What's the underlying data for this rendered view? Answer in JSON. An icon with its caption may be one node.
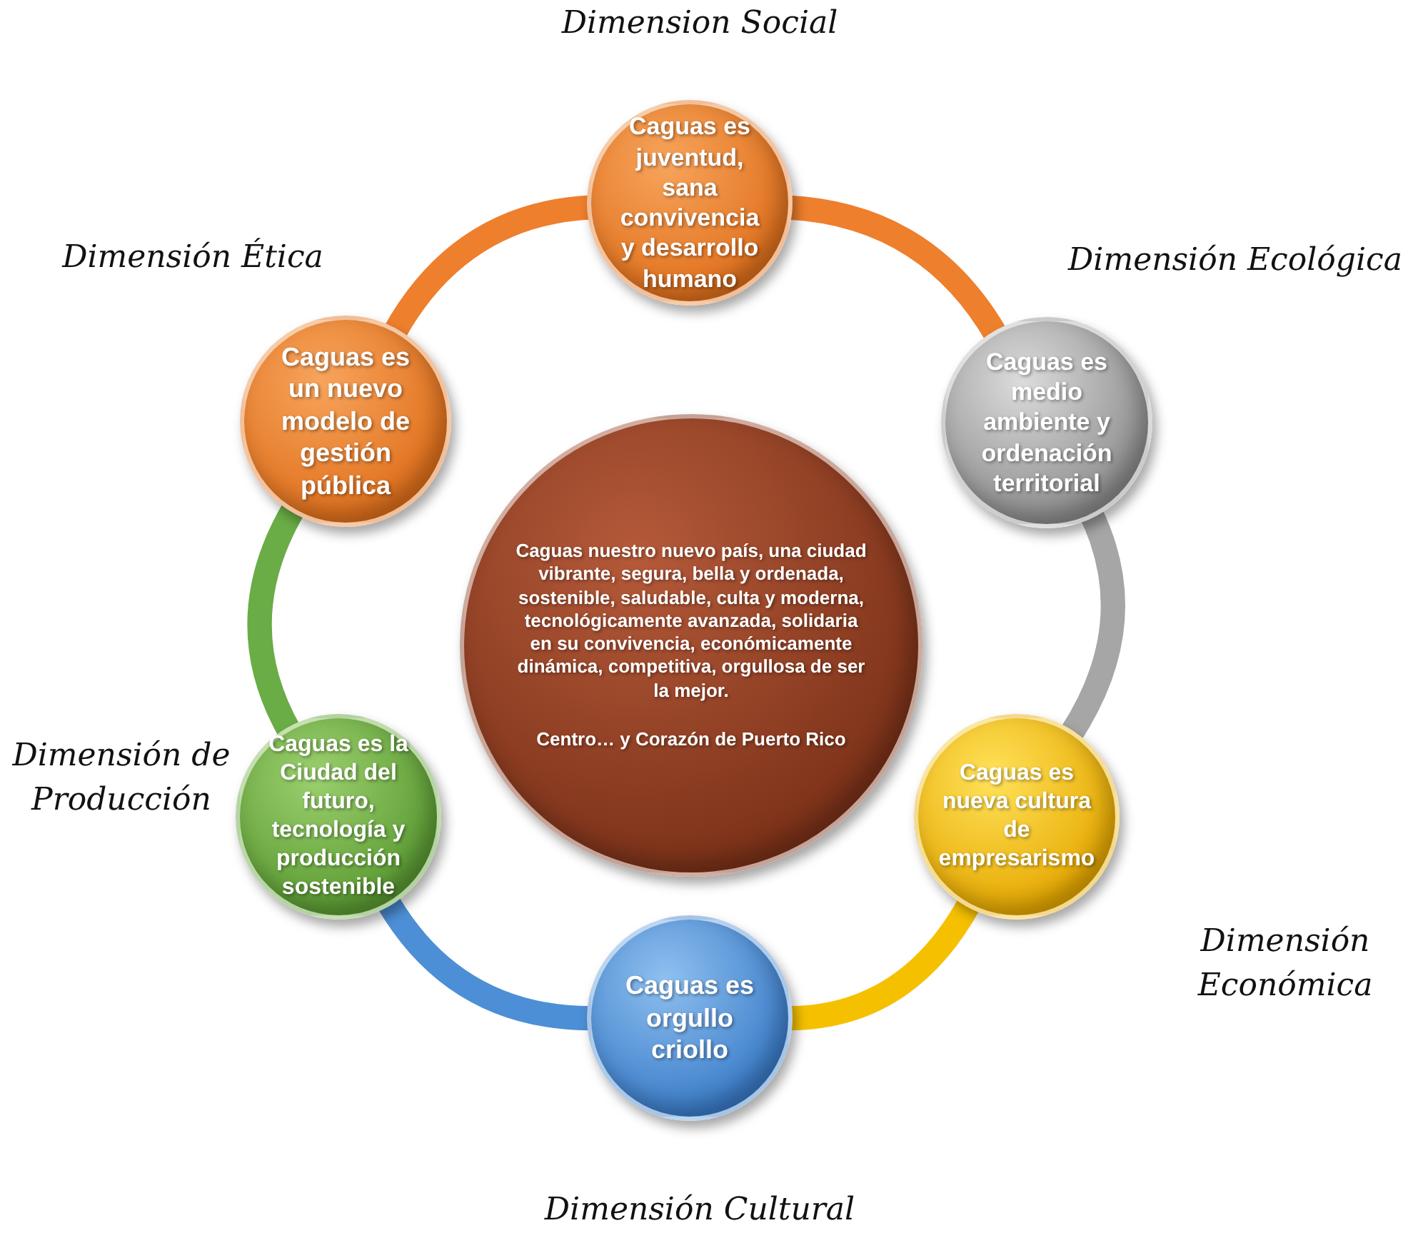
{
  "diagram": {
    "nodes": [
      {
        "text": [
          "Caguas es juventud, sana convivencia y desarrollo humano"
        ],
        "beside": [
          "Dimension Social"
        ]
      },
      {
        "text": [
          "Caguas es medio ambiente y ordenación territorial"
        ],
        "beside": [
          "Dimensión Ecológica"
        ]
      },
      {
        "text": [
          "Caguas es nueva cultura de empresarismo"
        ],
        "beside": [
          "Dimensión Económica"
        ]
      },
      {
        "text": [
          "Caguas es orgullo criollo"
        ],
        "beside": [
          "Dimensión Cultural"
        ]
      },
      {
        "text": [
          "Caguas es la Ciudad del futuro, tecnología y producción sostenible"
        ],
        "beside": [
          "Dimensión de Producción"
        ]
      },
      {
        "text": [
          "Caguas es un nuevo modelo de gestión pública"
        ],
        "beside": [
          "Dimensión Ética"
        ]
      },
      {
        "text": [
          "Caguas nuestro nuevo país, una ciudad vibrante, segura, bella y ordenada, sostenible, saludable, culta y moderna, tecnológicamente avanzada, solidaria en su convivencia, económicamente dinámica, competitiva, orgullosa de ser la mejor.",
          "Centro… y Corazón de Puerto Rico"
        ]
      }
    ],
    "edges": [
      {
        "from": 0,
        "to": 1,
        "arrow": "none",
        "color": "#ee7f2d"
      },
      {
        "from": 1,
        "to": 2,
        "arrow": "none",
        "color": "#a6a6a6"
      },
      {
        "from": 2,
        "to": 3,
        "arrow": "none",
        "color": "#f5c000"
      },
      {
        "from": 3,
        "to": 4,
        "arrow": "none",
        "color": "#4d8fd6"
      },
      {
        "from": 4,
        "to": 5,
        "arrow": "none",
        "color": "#6aac45"
      },
      {
        "from": 5,
        "to": 0,
        "arrow": "none",
        "color": "#ee7f2d"
      }
    ]
  }
}
